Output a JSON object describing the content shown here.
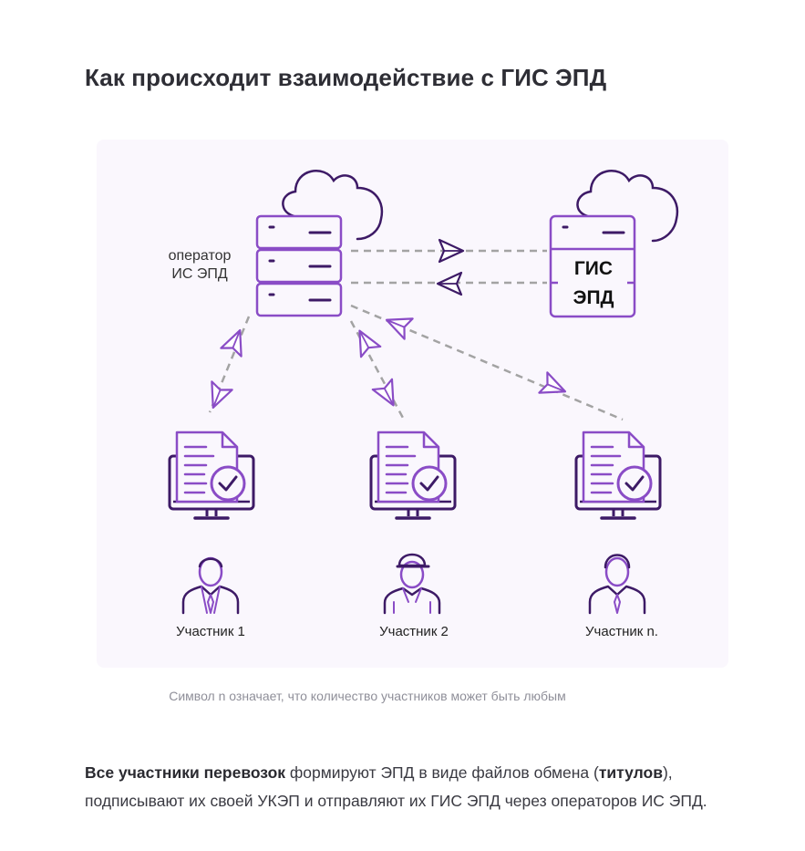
{
  "title": "Как происходит взаимодействие с ГИС ЭПД",
  "diagram": {
    "operator_label": [
      "оператор",
      "ИС ЭПД"
    ],
    "gis_label": [
      "ГИС",
      "ЭПД"
    ],
    "participants": [
      "Участник 1",
      "Участник 2",
      "Участник n."
    ]
  },
  "caption": "Символ n означает, что количество участников может быть любым",
  "paragraph": {
    "bold1": "Все участники перевозок",
    "text1": " формируют ЭПД в виде файлов обмена (",
    "bold2": "титулов",
    "text2": "), подписывают их своей УКЭП и отправляют их ГИС ЭПД через операторов ИС ЭПД."
  },
  "colors": {
    "accent": "#8a4cc6",
    "dark_purple": "#3d1a66",
    "dashed": "#a3a3a3",
    "panel_bg": "#faf7fd"
  }
}
